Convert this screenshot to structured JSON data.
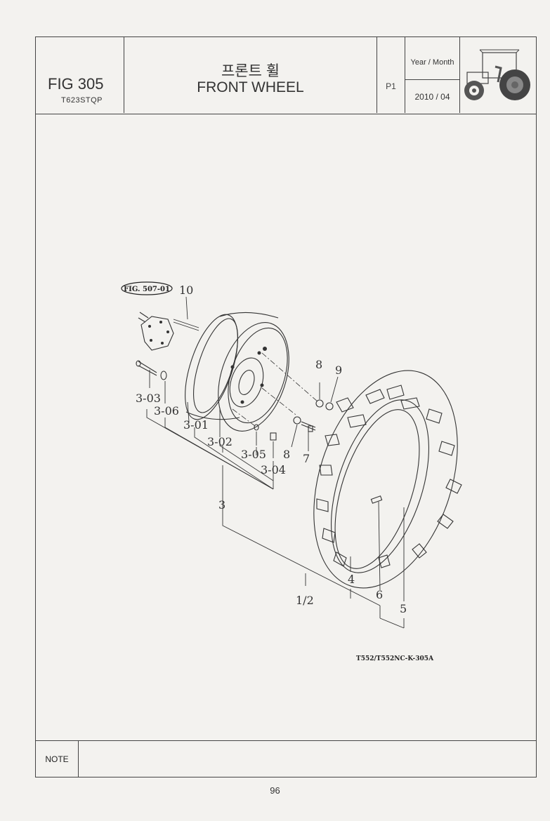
{
  "header": {
    "fig_number": "FIG 305",
    "model": "T623STQP",
    "title_korean": "프론트 휠",
    "title_english": "FRONT WHEEL",
    "page_id": "P1",
    "year_month_label": "Year / Month",
    "year_month_value": "2010 / 04"
  },
  "callouts": {
    "ref_fig": "FIG. 507-01",
    "c10": "10",
    "c8a": "8",
    "c9": "9",
    "c3_03": "3-03",
    "c3_06": "3-06",
    "c3_01": "3-01",
    "c3_02": "3-02",
    "c3_05": "3-05",
    "c3_04": "3-04",
    "c8b": "8",
    "c7": "7",
    "c3": "3",
    "c4": "4",
    "c1_2": "1/2",
    "c6": "6",
    "c5": "5"
  },
  "drawing_code": "T552/T552NC-K-305A",
  "note_label": "NOTE",
  "page_number": "96"
}
